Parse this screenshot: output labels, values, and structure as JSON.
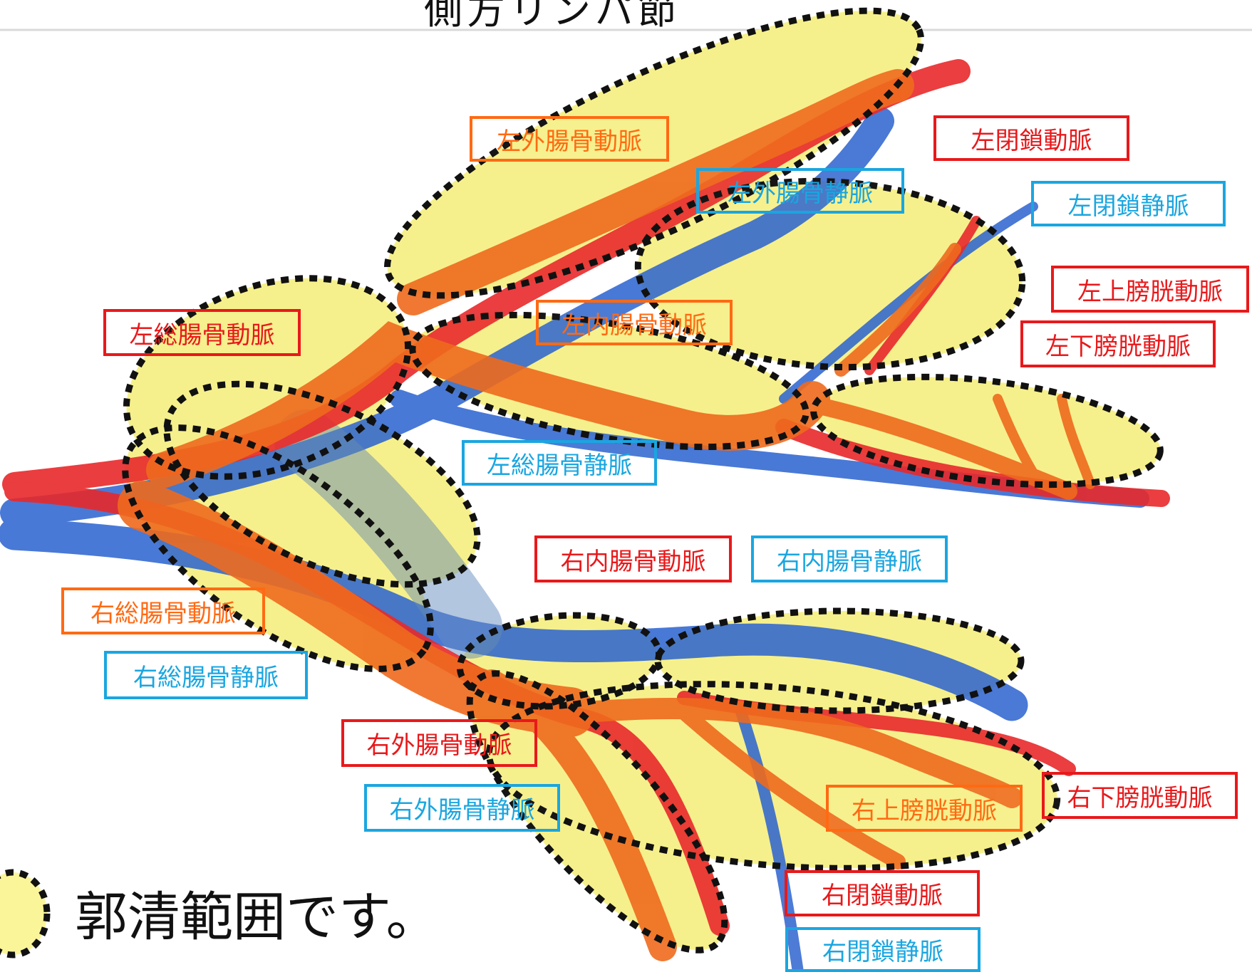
{
  "title": "側方リンパ節",
  "legend": {
    "text": "郭清範囲です。",
    "swatch_color": "#fbf59a"
  },
  "colors": {
    "artery": "#e8292b",
    "artery_branch": "#ef6a1e",
    "vein": "#1e5fd0",
    "dissection": "#f6f08c",
    "artery_label": "#e8191b",
    "branch_label": "#ff6a13",
    "vein_label": "#1aa6e0"
  },
  "labels": [
    {
      "id": "l-ext-iliac-a",
      "text": "左外腸骨動脈",
      "kind": "branch"
    },
    {
      "id": "l-ext-iliac-v",
      "text": "左外腸骨静脈",
      "kind": "vein"
    },
    {
      "id": "l-obturator-a",
      "text": "左閉鎖動脈",
      "kind": "artery"
    },
    {
      "id": "l-obturator-v",
      "text": "左閉鎖静脈",
      "kind": "vein"
    },
    {
      "id": "l-sup-vesical-a",
      "text": "左上膀胱動脈",
      "kind": "artery"
    },
    {
      "id": "l-inf-vesical-a",
      "text": "左下膀胱動脈",
      "kind": "artery"
    },
    {
      "id": "l-common-iliac-a",
      "text": "左総腸骨動脈",
      "kind": "artery"
    },
    {
      "id": "l-int-iliac-a",
      "text": "左内腸骨動脈",
      "kind": "branch"
    },
    {
      "id": "l-common-iliac-v",
      "text": "左総腸骨静脈",
      "kind": "vein"
    },
    {
      "id": "r-int-iliac-a",
      "text": "右内腸骨動脈",
      "kind": "artery"
    },
    {
      "id": "r-int-iliac-v",
      "text": "右内腸骨静脈",
      "kind": "vein"
    },
    {
      "id": "r-common-iliac-a",
      "text": "右総腸骨動脈",
      "kind": "branch"
    },
    {
      "id": "r-common-iliac-v",
      "text": "右総腸骨静脈",
      "kind": "vein"
    },
    {
      "id": "r-ext-iliac-a",
      "text": "右外腸骨動脈",
      "kind": "artery"
    },
    {
      "id": "r-ext-iliac-v",
      "text": "右外腸骨静脈",
      "kind": "vein"
    },
    {
      "id": "r-sup-vesical-a",
      "text": "右上膀胱動脈",
      "kind": "branch"
    },
    {
      "id": "r-inf-vesical-a",
      "text": "右下膀胱動脈",
      "kind": "artery"
    },
    {
      "id": "r-obturator-a",
      "text": "右閉鎖動脈",
      "kind": "artery"
    },
    {
      "id": "r-obturator-v",
      "text": "右閉鎖静脈",
      "kind": "vein"
    }
  ]
}
